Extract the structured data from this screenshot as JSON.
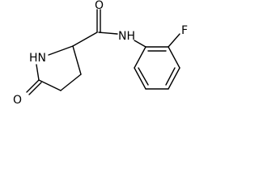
{
  "molecule": {
    "atoms": {
      "amide_oxygen": "O",
      "amide_nitrogen": "NH",
      "ring_nitrogen": "HN",
      "lactam_oxygen": "O",
      "fluorine": "F"
    }
  }
}
